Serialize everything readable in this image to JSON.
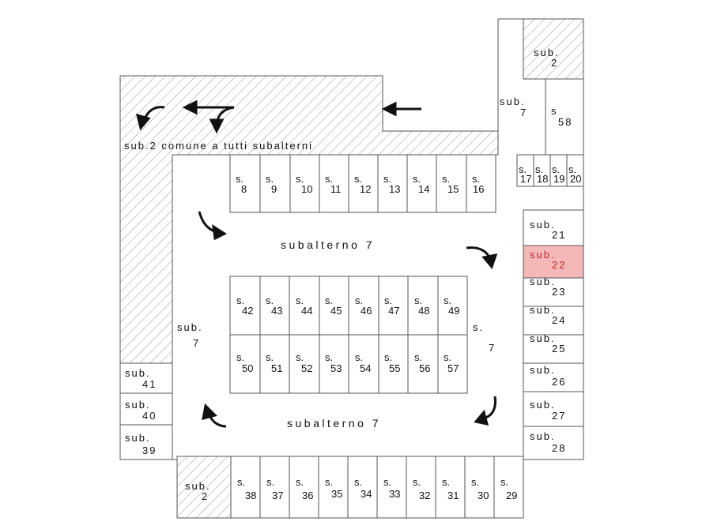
{
  "common_area_label": "sub.2 comune a tutti subalterni",
  "driveway_label_top": "subalterno 7",
  "driveway_label_bottom": "subalterno 7",
  "side_left": {
    "prefix": "sub.",
    "num": "7"
  },
  "side_right": {
    "prefix": "s.",
    "num": "7"
  },
  "corridor_label": {
    "prefix": "sub.",
    "num": "7"
  },
  "corner_top_right": {
    "prefix": "sub.",
    "num": "2"
  },
  "corner_bottom_left": {
    "prefix": "sub.",
    "num": "2"
  },
  "unit_58": {
    "prefix": "s",
    "num": "58"
  },
  "highlight_color": "#f5b8b8",
  "spot_prefix": "s.",
  "row_top": [
    "8",
    "9",
    "10",
    "11",
    "12",
    "13",
    "14",
    "15",
    "16"
  ],
  "row_mid_upper": [
    "42",
    "43",
    "44",
    "45",
    "46",
    "47",
    "48",
    "49"
  ],
  "row_mid_lower": [
    "50",
    "51",
    "52",
    "53",
    "54",
    "55",
    "56",
    "57"
  ],
  "row_bottom": [
    "38",
    "37",
    "36",
    "35",
    "34",
    "33",
    "32",
    "31",
    "30",
    "29"
  ],
  "small_right": [
    "17",
    "18",
    "19",
    "20"
  ],
  "right_column": [
    "21",
    "22",
    "23",
    "24",
    "25",
    "26",
    "27",
    "28"
  ],
  "right_column_prefix": "sub.",
  "highlighted_unit": "22",
  "left_column": [
    "41",
    "40",
    "39"
  ],
  "left_column_prefix": "sub."
}
